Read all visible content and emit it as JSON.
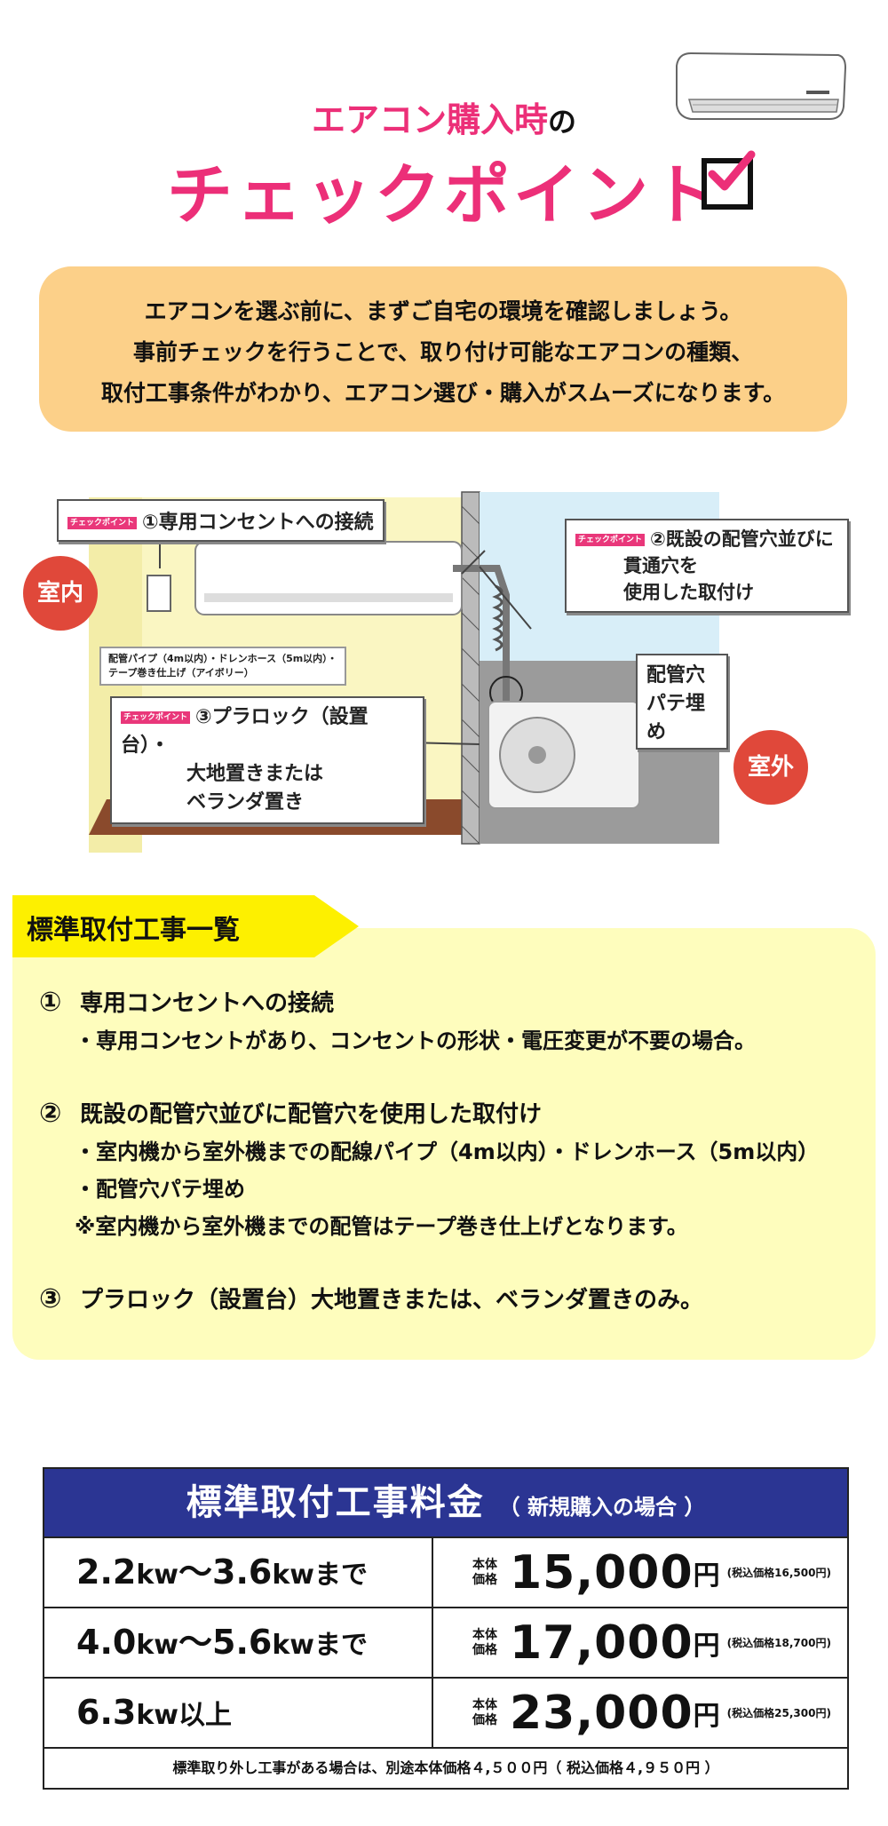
{
  "header": {
    "top_line": "エアコン購入時",
    "top_suffix": "の",
    "main_title": "チェックポイント"
  },
  "intro": {
    "lines": [
      "エアコンを選ぶ前に、まずご自宅の環境を確認しましょう。",
      "事前チェックを行うことで、取り付け可能なエアコンの種類、",
      "取付工事条件がわかり、エアコン選び・購入がスムーズになります。"
    ]
  },
  "illustration": {
    "flag": "チェックポイント",
    "label1": "①専用コンセントへの接続",
    "label2_l1": "②既設の配管穴並びに",
    "label2_l2": "貫通穴を",
    "label2_l3": "使用した取付け",
    "label3_l1": "③プラロック（設置台）・",
    "label3_l2": "大地置きまたは",
    "label3_l3": "ベランダ置き",
    "pipe_note_l1": "配管パイプ（4m以内）・ドレンホース（5m以内）・",
    "pipe_note_l2": "テープ巻き仕上げ（アイボリー）",
    "putty": "配管穴パテ埋め",
    "indoor": "室内",
    "outdoor": "室外"
  },
  "standard": {
    "tag": "標準取付工事一覧",
    "items": [
      {
        "num": "①",
        "title": "専用コンセントへの接続",
        "subs": [
          "・専用コンセントがあり、コンセントの形状・電圧変更が不要の場合。"
        ]
      },
      {
        "num": "②",
        "title": "既設の配管穴並びに配管穴を使用した取付け",
        "subs": [
          "・室内機から室外機までの配線パイプ（4m以内）・ドレンホース（5m以内）",
          "・配管穴パテ埋め",
          "※室内機から室外機までの配管はテープ巻き仕上げとなります。"
        ]
      },
      {
        "num": "③",
        "title": "プラロック（設置台）大地置きまたは、ベランダ置きのみ。",
        "subs": []
      }
    ]
  },
  "price_table": {
    "title": "標準取付工事料金",
    "subtitle": "（ 新規購入の場合 ）",
    "body_label_l1": "本体",
    "body_label_l2": "価格",
    "yen": "円",
    "rows": [
      {
        "kw1": "2.2",
        "u1": "kw",
        "sep": "～",
        "kw2": "3.6",
        "u2": "kw",
        "tail": "まで",
        "price": "15,000",
        "tax": "(税込価格16,500円)"
      },
      {
        "kw1": "4.0",
        "u1": "kw",
        "sep": "～",
        "kw2": "5.6",
        "u2": "kw",
        "tail": "まで",
        "price": "17,000",
        "tax": "(税込価格18,700円)"
      },
      {
        "kw1": "6.3",
        "u1": "kw",
        "sep": "",
        "kw2": "",
        "u2": "",
        "tail": "以上",
        "price": "23,000",
        "tax": "(税込価格25,300円)"
      }
    ],
    "footer": "標準取り外し工事がある場合は、別途本体価格４,５００円（ 税込価格４,９５０円 ）"
  },
  "colors": {
    "pink": "#ec2f78",
    "orange_box": "#fcd089",
    "yellow_panel": "#fefdbd",
    "navy": "#2b3593",
    "red_circle": "#e0483a"
  }
}
